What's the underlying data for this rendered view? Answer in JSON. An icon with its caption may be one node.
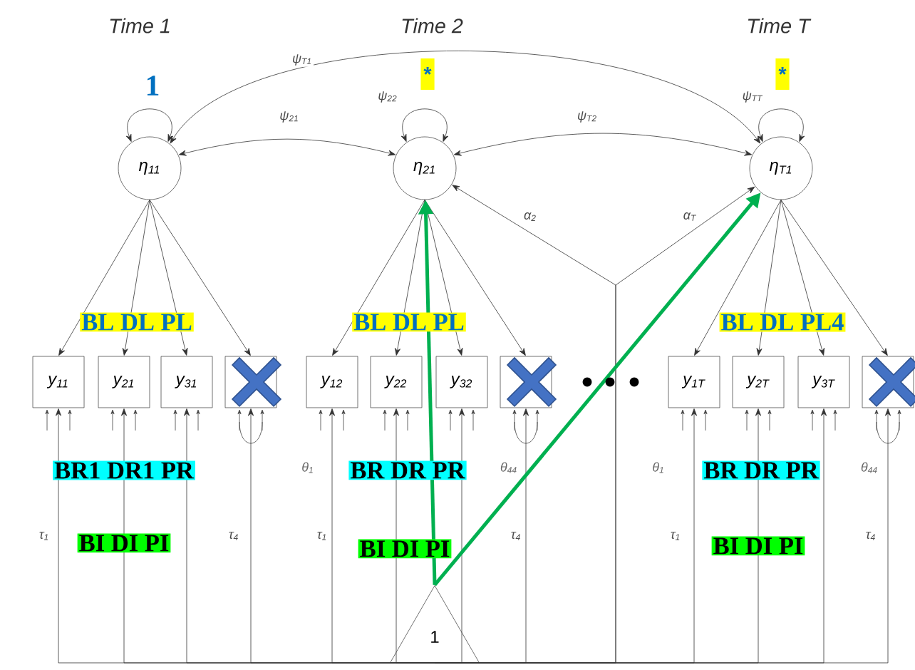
{
  "diagram": {
    "nodes": [
      {
        "text": [
          "η$_{11}$"
        ]
      },
      {
        "text": [
          "η$_{21}$"
        ]
      },
      {
        "text": [
          "η$_{T1}$"
        ]
      },
      {
        "text": [
          "y$_{11}$"
        ]
      },
      {
        "text": [
          "y$_{21}$"
        ]
      },
      {
        "text": [
          "y$_{31}$"
        ]
      },
      {
        "text": [],
        "shape": "box"
      },
      {
        "text": [
          "y$_{12}$"
        ]
      },
      {
        "text": [
          "y$_{22}$"
        ]
      },
      {
        "text": [
          "y$_{32}$"
        ]
      },
      {
        "text": [],
        "shape": "box"
      },
      {
        "text": [
          "y$_{1T}$"
        ]
      },
      {
        "text": [
          "y$_{2T}$"
        ]
      },
      {
        "text": [
          "y$_{3T}$"
        ]
      },
      {
        "text": [],
        "shape": "box"
      },
      {
        "text": [
          "1"
        ]
      }
    ],
    "edges": [
      {
        "from": 0,
        "to": 3,
        "arrow": "to"
      },
      {
        "from": 0,
        "to": 4,
        "arrow": "to"
      },
      {
        "from": 0,
        "to": 5,
        "arrow": "to"
      },
      {
        "from": 0,
        "to": 6,
        "arrow": "to"
      },
      {
        "from": 1,
        "to": 7,
        "arrow": "to"
      },
      {
        "from": 1,
        "to": 8,
        "arrow": "to"
      },
      {
        "from": 1,
        "to": 9,
        "arrow": "to"
      },
      {
        "from": 1,
        "to": 10,
        "arrow": "to"
      },
      {
        "from": 2,
        "to": 11,
        "arrow": "to"
      },
      {
        "from": 2,
        "to": 12,
        "arrow": "to"
      },
      {
        "from": 2,
        "to": 13,
        "arrow": "to"
      },
      {
        "from": 2,
        "to": 14,
        "arrow": "to"
      },
      {
        "from": 0,
        "to": 1,
        "arrow": "both",
        "label": "ψ$_{21}$"
      },
      {
        "from": 1,
        "to": 2,
        "arrow": "both",
        "label": "ψ$_{T2}$"
      },
      {
        "from": 0,
        "to": 2,
        "arrow": "both",
        "label": "ψ$_{T1}$"
      },
      {
        "from": 0,
        "to": 0,
        "arrow": "both"
      },
      {
        "from": 1,
        "to": 1,
        "arrow": "both",
        "label": "ψ$_{22}$"
      },
      {
        "from": 2,
        "to": 2,
        "arrow": "both",
        "label": "ψ$_{TT}$"
      },
      {
        "from": 15,
        "to": 3,
        "arrow": "to",
        "label": "τ$_{1}$"
      },
      {
        "from": 15,
        "to": 4,
        "arrow": "to"
      },
      {
        "from": 15,
        "to": 5,
        "arrow": "to"
      },
      {
        "from": 15,
        "to": 6,
        "arrow": "to",
        "label": "τ$_{4}$"
      },
      {
        "from": 15,
        "to": 7,
        "arrow": "to",
        "label": "τ$_{1}$"
      },
      {
        "from": 15,
        "to": 8,
        "arrow": "to"
      },
      {
        "from": 15,
        "to": 9,
        "arrow": "to"
      },
      {
        "from": 15,
        "to": 10,
        "arrow": "to",
        "label": "τ$_{4}$"
      },
      {
        "from": 15,
        "to": 11,
        "arrow": "to",
        "label": "τ$_{1}$"
      },
      {
        "from": 15,
        "to": 12,
        "arrow": "to"
      },
      {
        "from": 15,
        "to": 13,
        "arrow": "to"
      },
      {
        "from": 15,
        "to": 14,
        "arrow": "to",
        "label": "τ$_{4}$"
      },
      {
        "from": 15,
        "to": 1,
        "arrow": "to",
        "label": "α$_{2}$"
      },
      {
        "from": 15,
        "to": 2,
        "arrow": "to",
        "label": "α$_{T}$"
      },
      {
        "from": 15,
        "to": 1,
        "arrow": "to",
        "style": "thick",
        "color": "#00b050"
      },
      {
        "from": 15,
        "to": 2,
        "arrow": "to",
        "style": "thick",
        "color": "#00b050"
      }
    ],
    "labels": [
      "Time 1",
      "Time 2",
      "Time T",
      "1",
      "*",
      "*",
      "BL DL PL",
      "BL DL PL",
      "BL DL PL4",
      "BR1 DR1 PR",
      "θ$_{1}$",
      "BR DR PR",
      "θ$_{44}$",
      "θ$_{1}$",
      "BR DR PR",
      "θ$_{44}$",
      "BI DI PI",
      "BI DI PI",
      "BI DI PI"
    ]
  }
}
